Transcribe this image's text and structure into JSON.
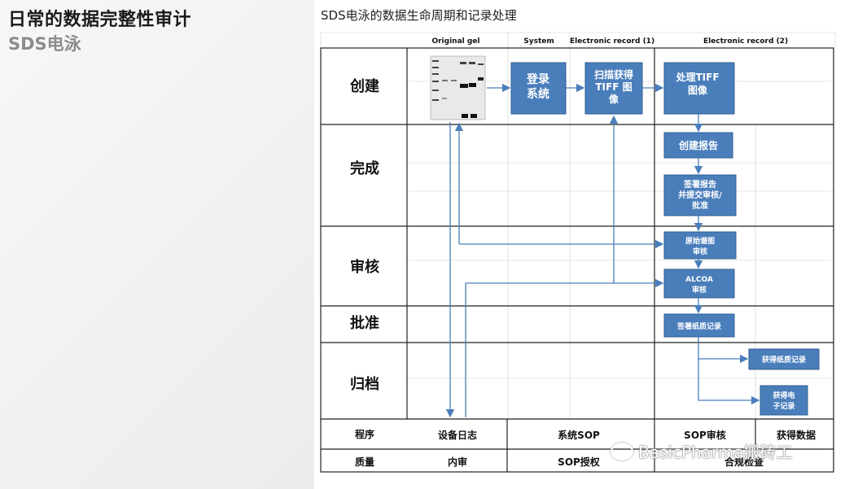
{
  "header": {
    "title": "日常的数据完整性审计",
    "subtitle": "SDS电泳"
  },
  "slide": {
    "title": "SDS电泳的数据生命周期和记录处理",
    "columns": [
      "Original gel",
      "System",
      "Electronic record (1)",
      "Electronic record (2)"
    ],
    "stages": [
      "创建",
      "完成",
      "审核",
      "批准",
      "归档"
    ],
    "boxes": {
      "login": [
        "登录",
        "系统"
      ],
      "scan": [
        "扫描获得",
        "TIFF 图",
        "像"
      ],
      "process": [
        "处理TIFF",
        "图像"
      ],
      "create_report": "创建报告",
      "sign_report": [
        "签署报告",
        "并提交审核/",
        "批准"
      ],
      "raw_review": [
        "原始谱图",
        "审核"
      ],
      "alcoa": [
        "ALCOA",
        "审核"
      ],
      "sign_paper": "签署纸质记录",
      "get_paper": "获得纸质记录",
      "get_e": [
        "获得电",
        "子记录"
      ]
    },
    "footer": {
      "procedure_label": "程序",
      "procedure_cells": [
        "设备日志",
        "系统SOP",
        "SOP审核",
        "获得数据"
      ],
      "quality_label": "质量",
      "quality_cells": [
        "内审",
        "SOP授权",
        "合规检查"
      ]
    }
  },
  "watermark": "BasicPharma搬砖工",
  "colors": {
    "box_fill": "#4a7ebb",
    "box_stroke": "#2f5d92",
    "arrow": "#4a7ebb",
    "grid": "#c8c8c8"
  }
}
